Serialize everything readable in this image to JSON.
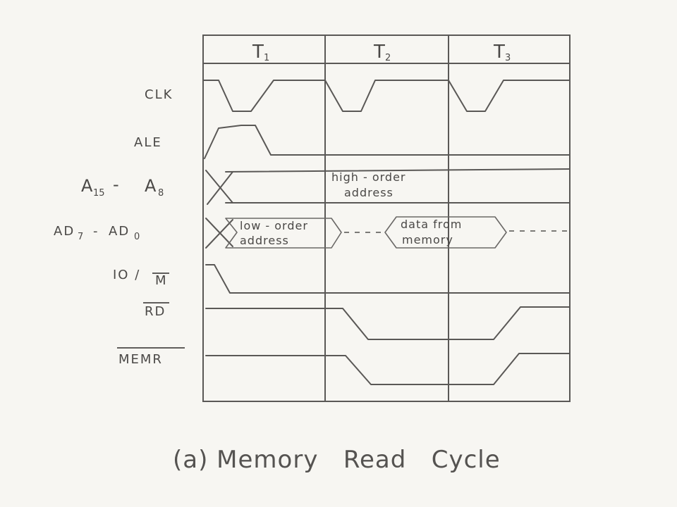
{
  "diagram": {
    "columns": [
      "T",
      "T",
      "T"
    ],
    "column_subscripts": [
      "1",
      "2",
      "3"
    ],
    "signals": {
      "clk": "CLK",
      "ale": "ALE",
      "addr_high": {
        "base1": "A",
        "sub1": "15",
        "dash": "-",
        "base2": "A",
        "sub2": "8"
      },
      "addr_low": {
        "base1": "AD",
        "sub1": "7",
        "dash": "-",
        "base2": "AD",
        "sub2": "0"
      },
      "io_m": {
        "left": "IO /",
        "right": "M"
      },
      "rd": "RD",
      "memr": "MEMR"
    },
    "annotations": {
      "high_order_line1": "high - order",
      "high_order_line2": "address",
      "low_order_line1": "low - order",
      "low_order_line2": "address",
      "data_line1": "data from",
      "data_line2": "memory"
    },
    "caption": "(a) Memory   Read   Cycle"
  }
}
